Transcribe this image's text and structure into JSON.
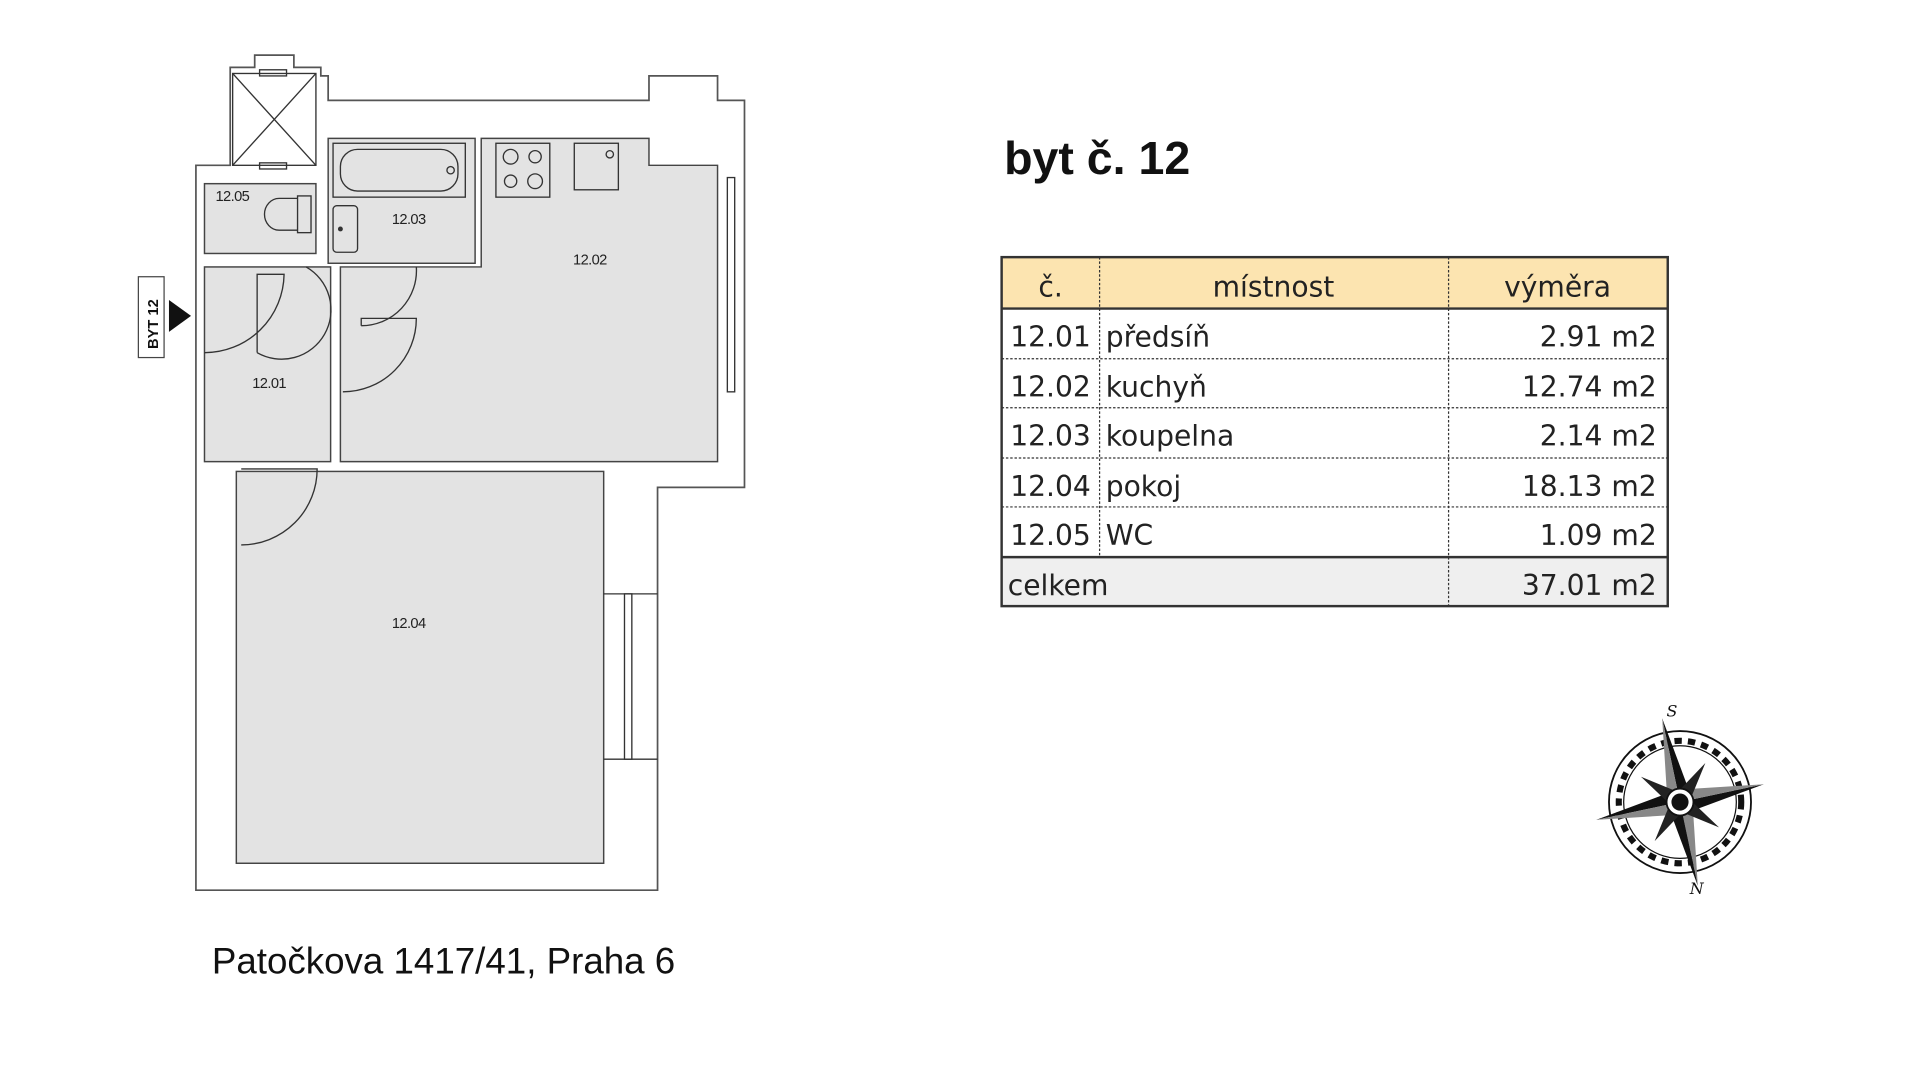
{
  "title": "byt č. 12",
  "address": "Patočkova 1417/41, Praha 6",
  "entrance_label": "BYT 12",
  "floor_plan": {
    "rooms": [
      {
        "id": "12.01"
      },
      {
        "id": "12.02"
      },
      {
        "id": "12.03"
      },
      {
        "id": "12.04"
      },
      {
        "id": "12.05"
      }
    ]
  },
  "table": {
    "headers": [
      "č.",
      "místnost",
      "výměra"
    ],
    "rows": [
      {
        "no": "12.01",
        "name": "předsíň",
        "area": "2.91 m2"
      },
      {
        "no": "12.02",
        "name": "kuchyň",
        "area": "12.74 m2"
      },
      {
        "no": "12.03",
        "name": "koupelna",
        "area": "2.14 m2"
      },
      {
        "no": "12.04",
        "name": "pokoj",
        "area": "18.13 m2"
      },
      {
        "no": "12.05",
        "name": "WC",
        "area": "1.09 m2"
      }
    ],
    "total_label": "celkem",
    "total_area": "37.01 m2",
    "header_color": "#fce4b0",
    "total_color": "#efefef"
  },
  "compass": {
    "top": "S",
    "bottom": "N"
  }
}
